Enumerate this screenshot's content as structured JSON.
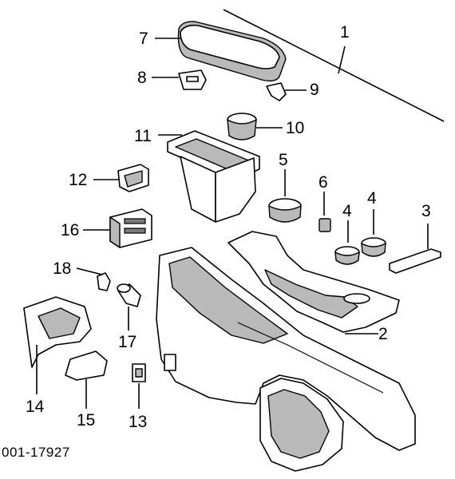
{
  "document_id": "001-17927",
  "callouts": [
    {
      "id": "c1",
      "label": "1"
    },
    {
      "id": "c2",
      "label": "2"
    },
    {
      "id": "c3",
      "label": "3"
    },
    {
      "id": "c4a",
      "label": "4"
    },
    {
      "id": "c4b",
      "label": "4"
    },
    {
      "id": "c5",
      "label": "5"
    },
    {
      "id": "c6",
      "label": "6"
    },
    {
      "id": "c7",
      "label": "7"
    },
    {
      "id": "c8",
      "label": "8"
    },
    {
      "id": "c9",
      "label": "9"
    },
    {
      "id": "c10",
      "label": "10"
    },
    {
      "id": "c11",
      "label": "11"
    },
    {
      "id": "c12",
      "label": "12"
    },
    {
      "id": "c13",
      "label": "13"
    },
    {
      "id": "c14",
      "label": "14"
    },
    {
      "id": "c15",
      "label": "15"
    },
    {
      "id": "c16",
      "label": "16"
    },
    {
      "id": "c17",
      "label": "17"
    },
    {
      "id": "c18",
      "label": "18"
    }
  ],
  "colors": {
    "line": "#000000",
    "fill_light": "#ffffff",
    "fill_shade": "#b9b9b9",
    "fill_dark": "#7a7a7a"
  }
}
